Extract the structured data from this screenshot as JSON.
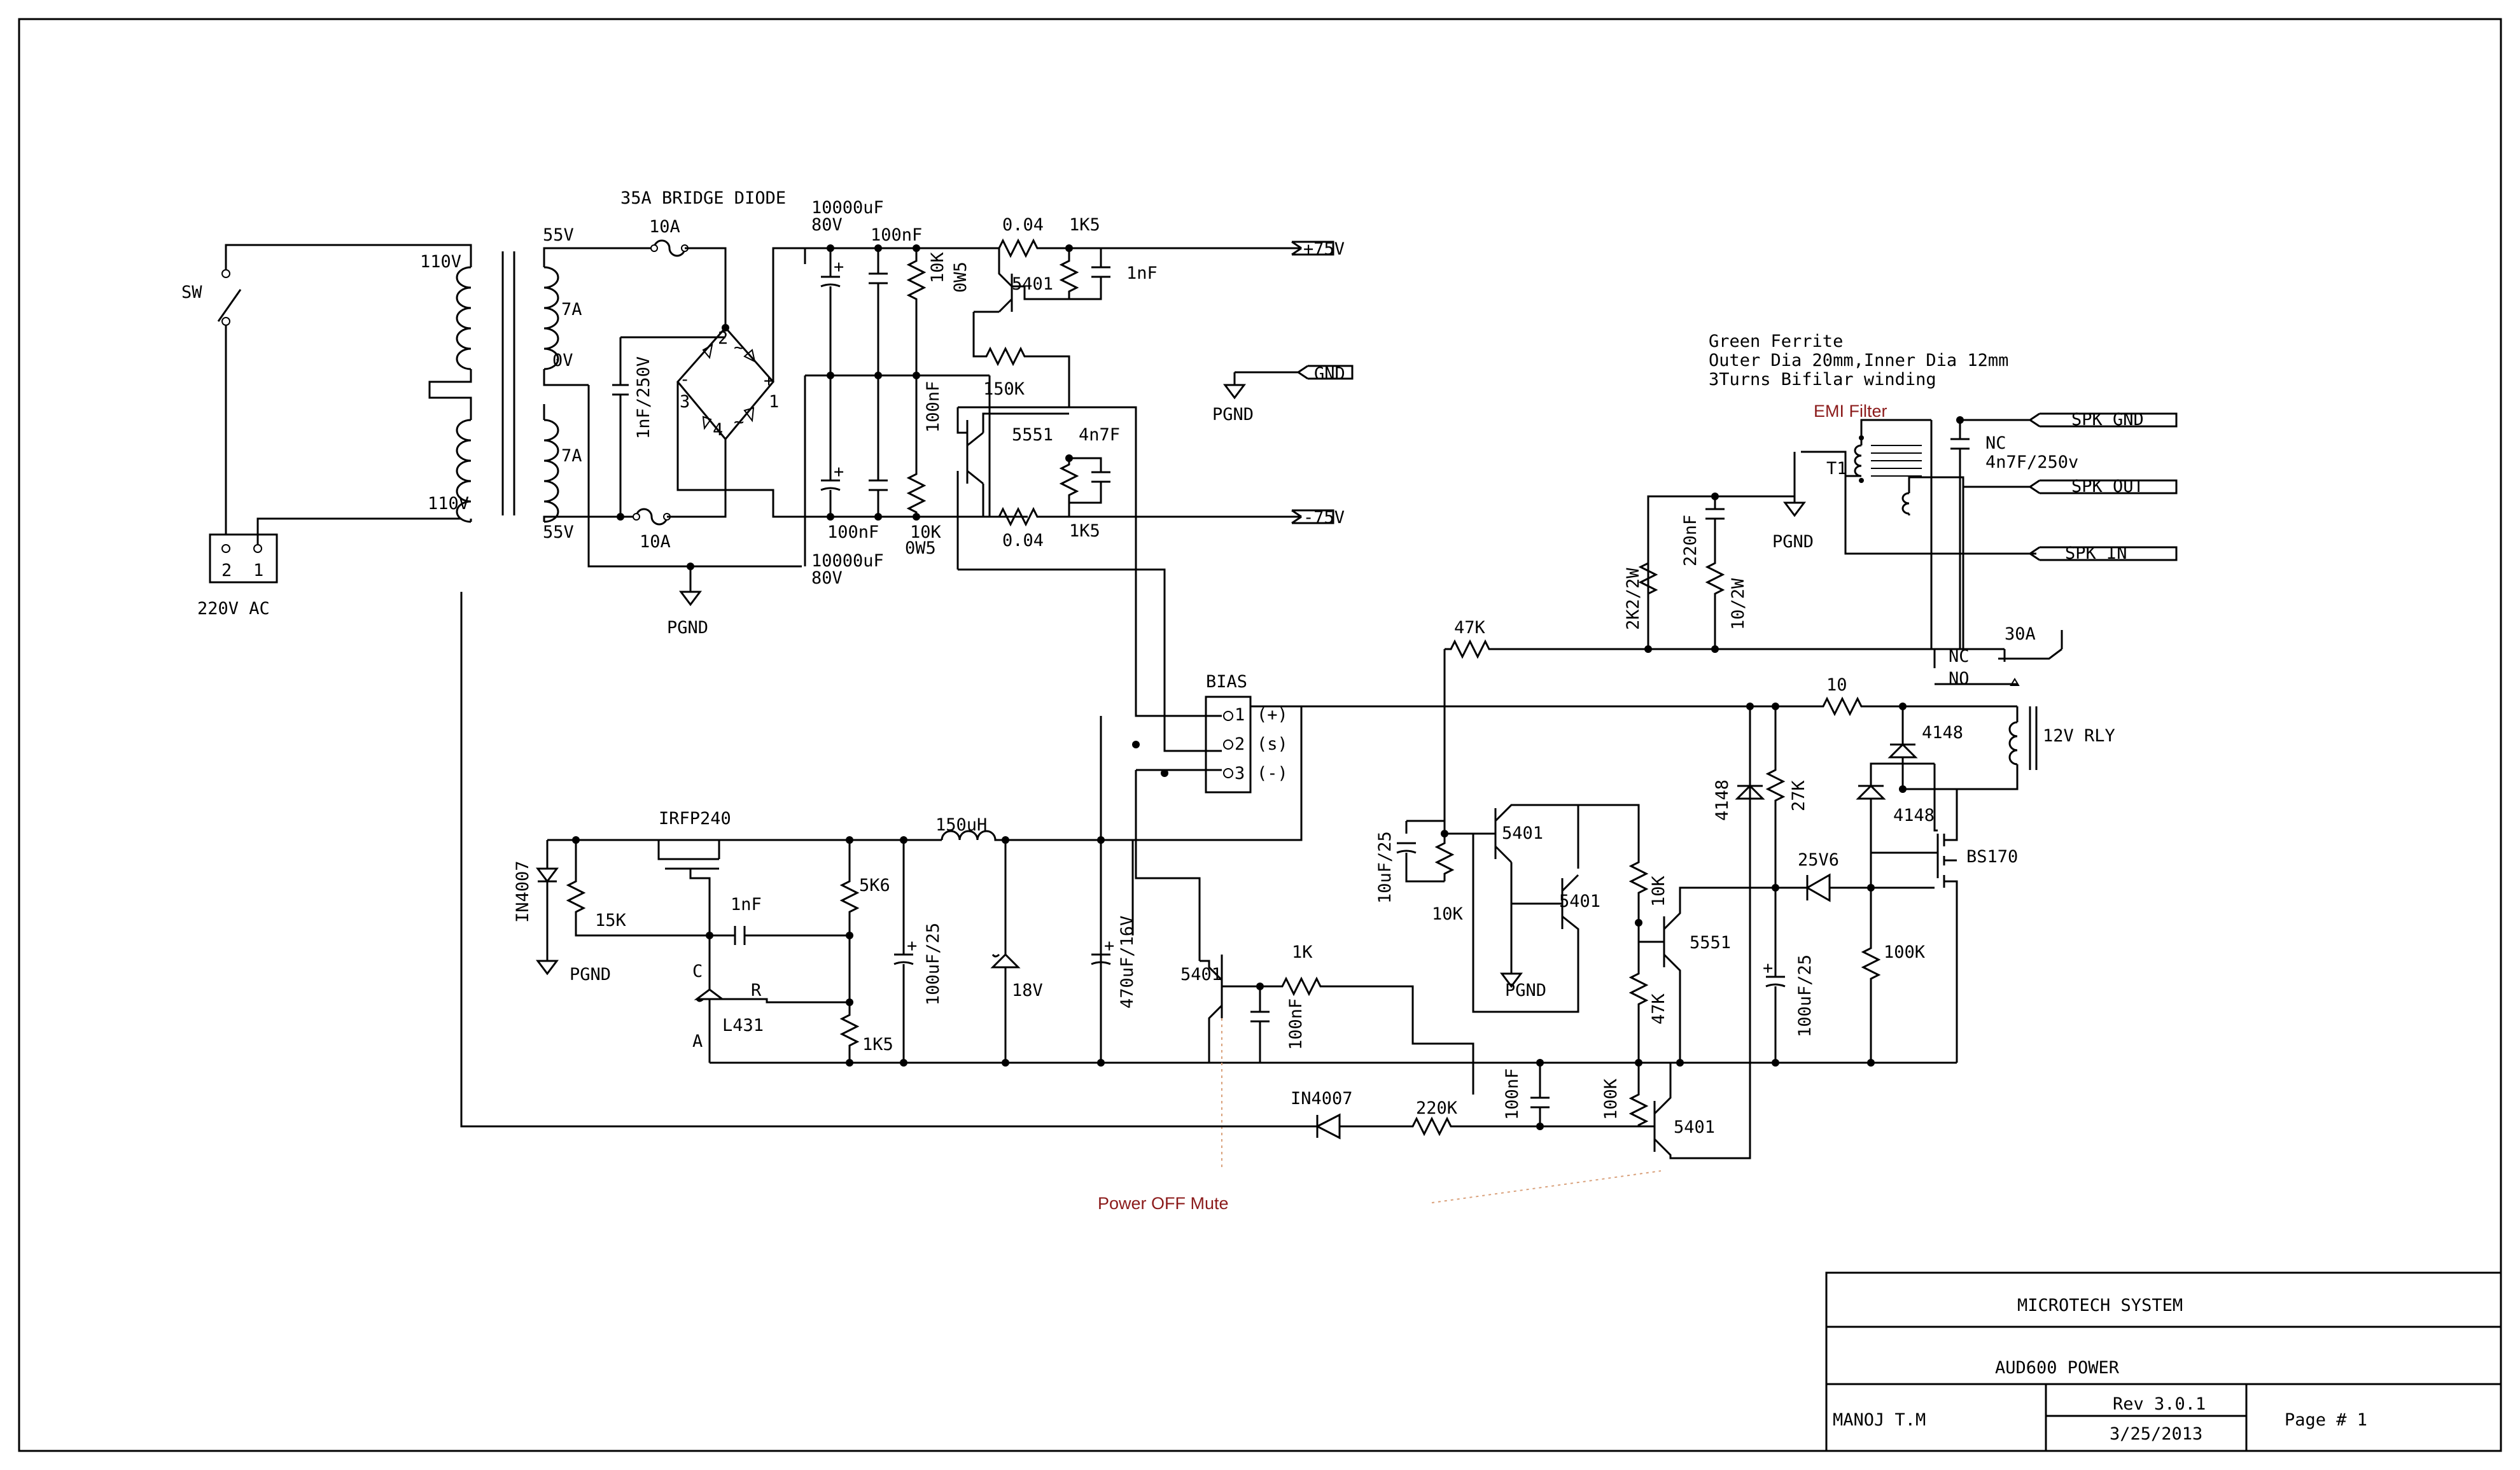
{
  "labels": {
    "sw": "SW",
    "v110_top": "110V",
    "v110_bot": "110V",
    "v55_top": "55V",
    "v55_bot": "55V",
    "a7_top": "7A",
    "a7_bot": "7A",
    "v0": "0V",
    "ac_pin2": "2",
    "ac_pin1": "1",
    "ac_in": "220V AC",
    "bridge": "35A BRIDGE DIODE",
    "fuse_top": "10A",
    "fuse_bot": "10A",
    "cap_1nf250": "1nF/250V",
    "bridge_plus": "+",
    "bridge_minus": "-",
    "bridge_ac": "~",
    "bridge_p1": "1",
    "bridge_p2": "2",
    "bridge_p3": "3",
    "bridge_p4": "4",
    "cap_bulk_top": "10000uF",
    "cap_bulk_top_v": "80V",
    "cap_bulk_bot": "10000uF",
    "cap_bulk_bot_v": "80V",
    "cap_100nf_top": "100nF",
    "cap_100nf_bot": "100nF",
    "res_10k_top": "10K",
    "res_0w5_top": "0W5",
    "res_10k_bot": "10K",
    "res_0w5_bot": "0W5",
    "res_100nf_mid": "100nF",
    "res_004_top": "0.04",
    "res_004_bot": "0.04",
    "res_1k5_top": "1K5",
    "res_1k5_bot": "1K5",
    "cap_1nf_top": "1nF",
    "cap_4n7f": "4n7F",
    "q5401_top": "5401",
    "q5551_top": "5551",
    "res_150k": "150K",
    "rail_p75": "+75V",
    "rail_gnd": "GND",
    "rail_m75": "-75V",
    "pgnd_1": "PGND",
    "pgnd_2": "PGND",
    "pgnd_3": "PGND",
    "pgnd_4": "PGND",
    "pgnd_5": "PGND",
    "ferrite_1": "Green Ferrite",
    "ferrite_2": "Outer Dia 20mm,Inner Dia 12mm",
    "ferrite_3": "3Turns Bifilar winding",
    "emi_filter": "EMI Filter",
    "t1": "T1",
    "nc_cap": "NC",
    "cap_4n7f250": "4n7F/250v",
    "spk_gnd": "SPK GND",
    "spk_out": "SPK OUT",
    "spk_in": "SPK IN",
    "res_220nf": "220nF",
    "res_2k2": "2K2/2W",
    "res_10_2w": "10/2W",
    "res_47k_top": "47K",
    "relay_30a": "30A",
    "relay_nc": "NC",
    "relay_no": "NO",
    "relay_12v": "12V RLY",
    "res_10": "10",
    "d4148_a": "4148",
    "d4148_b": "4148",
    "d4148_c": "4148",
    "res_27k": "27K",
    "z25v6": "25V6",
    "bs170": "BS170",
    "res_100k_r": "100K",
    "cap_100uf25_r": "100uF/25",
    "q5551_r": "5551",
    "res_10k_r": "10K",
    "res_47k_r": "47K",
    "res_100k_b": "100K",
    "q5401_b": "5401",
    "cap_10uf25": "10uF/25",
    "res_10k_m": "10K",
    "q5401_m1": "5401",
    "q5401_m2": "5401",
    "bias": "BIAS",
    "bias_1": "1",
    "bias_2": "2",
    "bias_3": "3",
    "bias_p": "(+)",
    "bias_s": "(s)",
    "bias_m": "(-)",
    "irfp240": "IRFP240",
    "in4007_l": "IN4007",
    "res_15k": "15K",
    "cap_1nf_l": "1nF",
    "res_5k6": "5K6",
    "tl431_c": "C",
    "tl431_r": "R",
    "tl431_a": "A",
    "tl431": "L431",
    "res_1k5_l": "1K5",
    "ind_150uh": "150uH",
    "cap_100uf25_l": "100uF/25",
    "z18v": "18V",
    "cap_470uf16": "470uF/16V",
    "q5401_mute": "5401",
    "res_1k": "1K",
    "cap_100nf_mute": "100nF",
    "in4007_b": "IN4007",
    "res_220k": "220K",
    "cap_100nf_b": "100nF",
    "power_off_mute": "Power OFF Mute",
    "company": "MICROTECH SYSTEM",
    "title": "AUD600 POWER",
    "author": "MANOJ T.M",
    "rev": "Rev 3.0.1",
    "date": "3/25/2013",
    "page": "Page # 1"
  },
  "colors": {
    "ink": "#000000",
    "annotation": "#8b1a1a",
    "leader": "#d9a07a"
  }
}
